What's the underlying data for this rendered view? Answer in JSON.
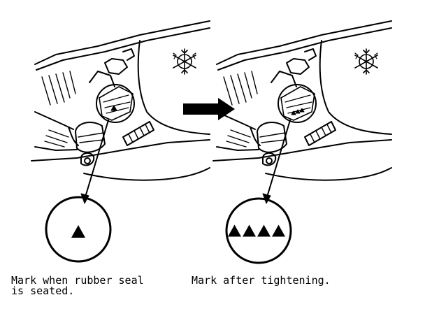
{
  "captions": {
    "left_line1": "Mark when rubber seal",
    "left_line2": "is seated.",
    "right": "Mark after tightening."
  },
  "marks": {
    "left_triangle_count": 1,
    "right_triangle_count": 4
  },
  "colors": {
    "ink": "#000000",
    "paper": "#ffffff"
  }
}
